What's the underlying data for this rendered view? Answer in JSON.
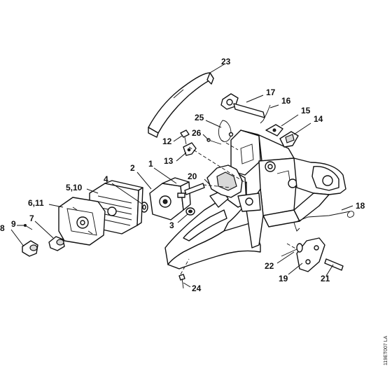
{
  "callouts": {
    "c1": "1",
    "c2": "2",
    "c3": "3",
    "c4": "4",
    "c5_10": "5,10",
    "c6_11": "6,11",
    "c7": "7",
    "c8": "8",
    "c9": "9",
    "c12": "12",
    "c13": "13",
    "c14": "14",
    "c15": "15",
    "c16": "16",
    "c17": "17",
    "c18": "18",
    "c19": "19",
    "c20": "20",
    "c21": "21",
    "c22": "22",
    "c23": "23",
    "c24": "24",
    "c25": "25",
    "c26": "26"
  },
  "reference_code": "119ET007 LA"
}
